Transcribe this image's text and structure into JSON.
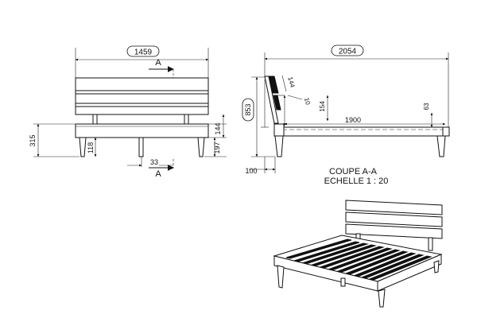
{
  "dimensions": {
    "front_width": "1459",
    "side_length": "2054",
    "headboard_height": "853",
    "frame_height": "315",
    "leg_height_front": "118",
    "rail_height": "144",
    "leg_height_side": "197",
    "leg_spacing_label": "33",
    "headboard_plank": "144",
    "headboard_gap": "10",
    "slat_height": "154",
    "interior_length": "1900",
    "end_height": "63",
    "leg_offset": "100"
  },
  "section_marks": {
    "top": "A",
    "bottom": "A"
  },
  "caption": {
    "line1": "COUPE A-A",
    "line2": "ECHELLE 1 : 20"
  }
}
